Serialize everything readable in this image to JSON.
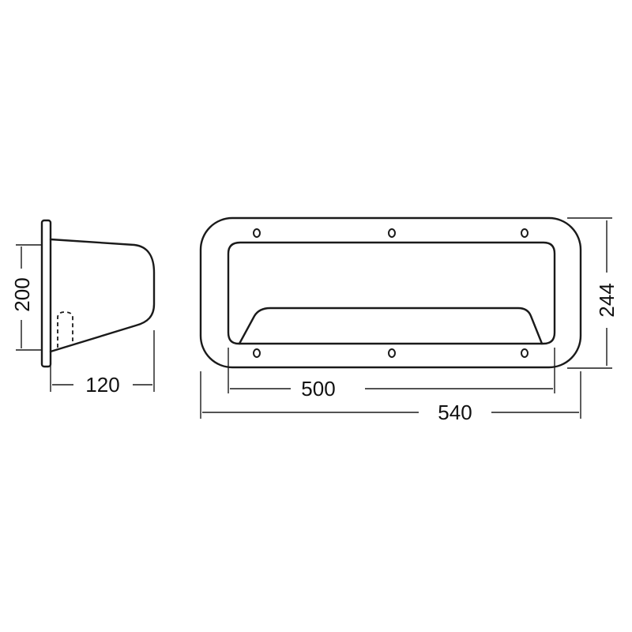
{
  "dimensions": {
    "side_height": "200",
    "side_depth": "120",
    "front_inner_width": "500",
    "front_outer_width": "540",
    "front_height": "244"
  },
  "colors": {
    "line": "#1a1a1a",
    "background": "#ffffff"
  }
}
